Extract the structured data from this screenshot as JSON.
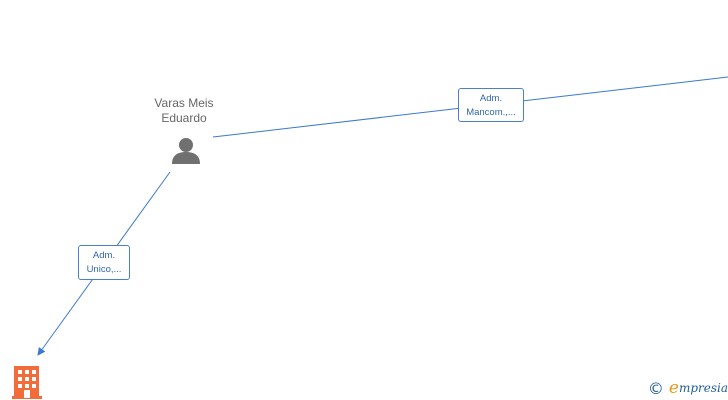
{
  "nodes": {
    "person": {
      "name_line1": "Varas Meis",
      "name_line2": "Eduardo",
      "icon": "person-icon"
    },
    "company": {
      "icon": "building-icon"
    }
  },
  "edges": [
    {
      "label_line1": "Adm.",
      "label_line2": "Mancom.,..."
    },
    {
      "label_line1": "Adm.",
      "label_line2": "Unico,..."
    }
  ],
  "watermark": {
    "copyright": "©",
    "brand_first": "e",
    "brand_rest": "mpresia"
  },
  "colors": {
    "edge": "#3b78cf",
    "person_icon": "#707070",
    "building_icon": "#f26b3a",
    "brand_accent": "#e39b1b",
    "brand_main": "#1f5f96"
  }
}
